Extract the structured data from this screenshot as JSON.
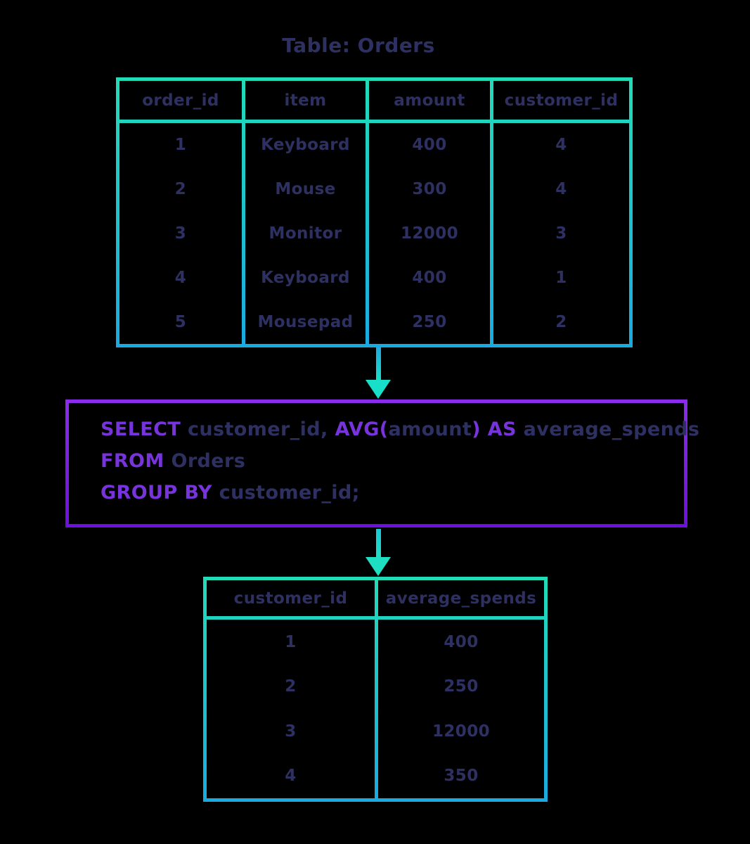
{
  "title": "Table: Orders",
  "orders_table": {
    "columns": [
      "order_id",
      "item",
      "amount",
      "customer_id"
    ],
    "rows": [
      [
        "1",
        "Keyboard",
        "400",
        "4"
      ],
      [
        "2",
        "Mouse",
        "300",
        "4"
      ],
      [
        "3",
        "Monitor",
        "12000",
        "3"
      ],
      [
        "4",
        "Keyboard",
        "400",
        "1"
      ],
      [
        "5",
        "Mousepad",
        "250",
        "2"
      ]
    ]
  },
  "sql_query": {
    "lines": [
      {
        "segments": [
          {
            "text": "SELECT ",
            "type": "keyword"
          },
          {
            "text": "customer_id, ",
            "type": "identifier"
          },
          {
            "text": "AVG(",
            "type": "keyword"
          },
          {
            "text": "amount",
            "type": "identifier"
          },
          {
            "text": ") AS ",
            "type": "keyword"
          },
          {
            "text": "average_spends",
            "type": "identifier"
          }
        ]
      },
      {
        "segments": [
          {
            "text": "FROM ",
            "type": "keyword"
          },
          {
            "text": "Orders",
            "type": "identifier"
          }
        ]
      },
      {
        "segments": [
          {
            "text": "GROUP BY ",
            "type": "keyword"
          },
          {
            "text": "customer_id;",
            "type": "identifier"
          }
        ]
      }
    ]
  },
  "result_table": {
    "columns": [
      "customer_id",
      "average_spends"
    ],
    "rows": [
      [
        "1",
        "400"
      ],
      [
        "2",
        "250"
      ],
      [
        "3",
        "12000"
      ],
      [
        "4",
        "350"
      ]
    ]
  },
  "colors": {
    "background": "#000000",
    "text_navy": "#2E3062",
    "keyword_purple": "#7733DC",
    "sql_box_border_purple": "#7A2BE8",
    "table_border_teal": "#22DCB8",
    "table_border_blue": "#1AAAE2",
    "arrow_teal": "#18DFC7",
    "arrow_blue": "#1EA9E3"
  }
}
